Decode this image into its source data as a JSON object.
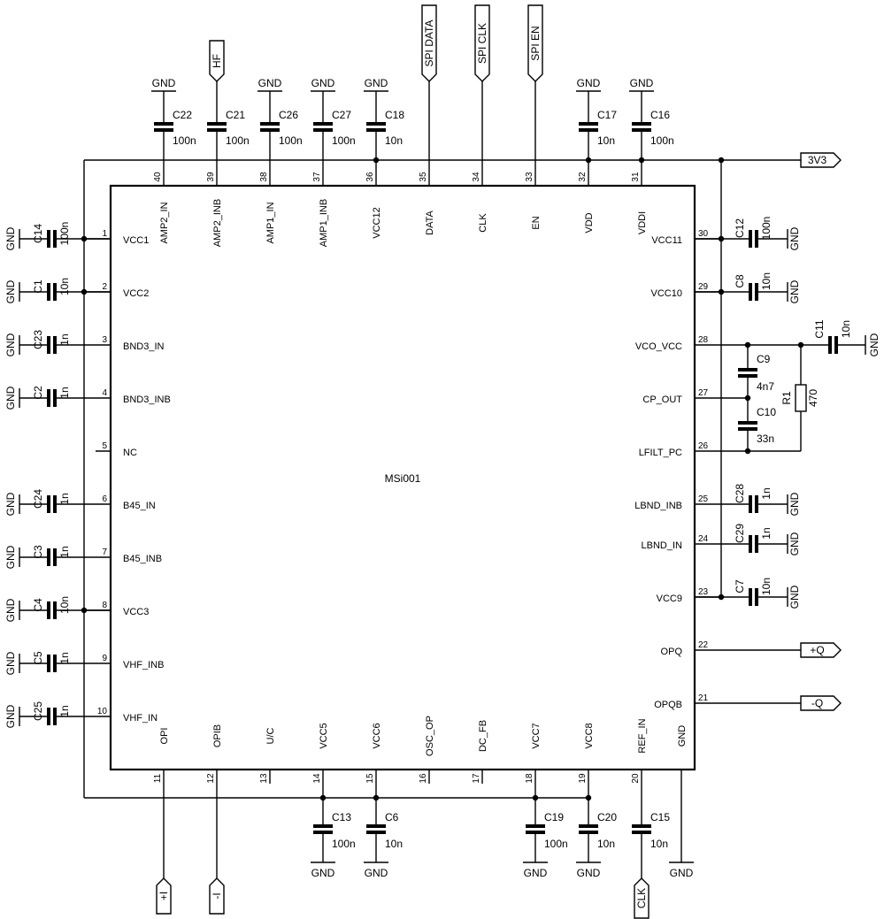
{
  "chip": {
    "name": "MSi001",
    "pins": [
      {
        "num": "1",
        "name": "VCC1"
      },
      {
        "num": "2",
        "name": "VCC2"
      },
      {
        "num": "3",
        "name": "BND3_IN"
      },
      {
        "num": "4",
        "name": "BND3_INB"
      },
      {
        "num": "5",
        "name": "NC"
      },
      {
        "num": "6",
        "name": "B45_IN"
      },
      {
        "num": "7",
        "name": "B45_INB"
      },
      {
        "num": "8",
        "name": "VCC3"
      },
      {
        "num": "9",
        "name": "VHF_INB"
      },
      {
        "num": "10",
        "name": "VHF_IN"
      },
      {
        "num": "11",
        "name": "OPI"
      },
      {
        "num": "12",
        "name": "OPIB"
      },
      {
        "num": "13",
        "name": "U/C"
      },
      {
        "num": "14",
        "name": "VCC5"
      },
      {
        "num": "15",
        "name": "VCC6"
      },
      {
        "num": "16",
        "name": "OSC_OP"
      },
      {
        "num": "17",
        "name": "DC_FB"
      },
      {
        "num": "18",
        "name": "VCC7"
      },
      {
        "num": "19",
        "name": "VCC8"
      },
      {
        "num": "20",
        "name": "REF_IN"
      },
      {
        "num": "",
        "name": "GND"
      },
      {
        "num": "21",
        "name": "OPQB"
      },
      {
        "num": "22",
        "name": "OPQ"
      },
      {
        "num": "23",
        "name": "VCC9"
      },
      {
        "num": "24",
        "name": "LBND_IN"
      },
      {
        "num": "25",
        "name": "LBND_INB"
      },
      {
        "num": "26",
        "name": "LFILT_PC"
      },
      {
        "num": "27",
        "name": "CP_OUT"
      },
      {
        "num": "28",
        "name": "VCO_VCC"
      },
      {
        "num": "29",
        "name": "VCC10"
      },
      {
        "num": "30",
        "name": "VCC11"
      },
      {
        "num": "31",
        "name": "VDDI"
      },
      {
        "num": "32",
        "name": "VDD"
      },
      {
        "num": "33",
        "name": "EN"
      },
      {
        "num": "34",
        "name": "CLK"
      },
      {
        "num": "35",
        "name": "DATA"
      },
      {
        "num": "36",
        "name": "VCC12"
      },
      {
        "num": "37",
        "name": "AMP1_INB"
      },
      {
        "num": "38",
        "name": "AMP1_IN"
      },
      {
        "num": "39",
        "name": "AMP2_INB"
      },
      {
        "num": "40",
        "name": "AMP2_IN"
      }
    ]
  },
  "capacitors": [
    {
      "ref": "C22",
      "value": "100n"
    },
    {
      "ref": "C21",
      "value": "100n"
    },
    {
      "ref": "C26",
      "value": "100n"
    },
    {
      "ref": "C27",
      "value": "100n"
    },
    {
      "ref": "C18",
      "value": "10n"
    },
    {
      "ref": "C17",
      "value": "10n"
    },
    {
      "ref": "C16",
      "value": "100n"
    },
    {
      "ref": "C14",
      "value": "100n"
    },
    {
      "ref": "C1",
      "value": "10n"
    },
    {
      "ref": "C23",
      "value": "1n"
    },
    {
      "ref": "C2",
      "value": "1n"
    },
    {
      "ref": "C24",
      "value": "1n"
    },
    {
      "ref": "C3",
      "value": "1n"
    },
    {
      "ref": "C4",
      "value": "10n"
    },
    {
      "ref": "C5",
      "value": "1n"
    },
    {
      "ref": "C25",
      "value": "1n"
    },
    {
      "ref": "C12",
      "value": "100n"
    },
    {
      "ref": "C8",
      "value": "10n"
    },
    {
      "ref": "C11",
      "value": "10n"
    },
    {
      "ref": "C28",
      "value": "1n"
    },
    {
      "ref": "C29",
      "value": "1n"
    },
    {
      "ref": "C7",
      "value": "10n"
    },
    {
      "ref": "C9",
      "value": "4n7"
    },
    {
      "ref": "C10",
      "value": "33n"
    },
    {
      "ref": "C13",
      "value": "100n"
    },
    {
      "ref": "C6",
      "value": "10n"
    },
    {
      "ref": "C19",
      "value": "100n"
    },
    {
      "ref": "C20",
      "value": "10n"
    },
    {
      "ref": "C15",
      "value": "10n"
    }
  ],
  "resistors": [
    {
      "ref": "R1",
      "value": "470"
    }
  ],
  "ground_label": "GND",
  "ports": [
    {
      "label": "HF"
    },
    {
      "label": "SPI DATA"
    },
    {
      "label": "SPI CLK"
    },
    {
      "label": "SPI EN"
    },
    {
      "label": "3V3"
    },
    {
      "label": "+Q"
    },
    {
      "label": "-Q"
    },
    {
      "label": "+I"
    },
    {
      "label": "-I"
    },
    {
      "label": "CLK"
    }
  ]
}
